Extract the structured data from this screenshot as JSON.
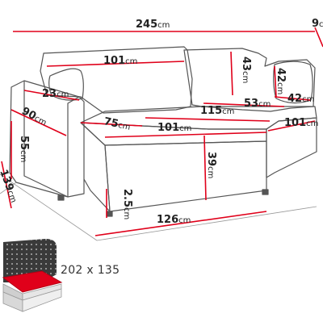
{
  "unit": "cm",
  "dimensions": {
    "total_width": "245",
    "corner_depth": "9",
    "back_seat_width": "101",
    "back_height": "43",
    "cushion_height": "42",
    "cushion_width": "42",
    "armrest_width": "23",
    "seat_depth": "53",
    "corner_length": "115",
    "arm_depth": "90",
    "ottoman_depth": "75",
    "ottoman_width": "101",
    "chaise_width": "101",
    "arm_height": "55",
    "ottoman_height": "39",
    "depth_left": "139",
    "leg_height": "2.5",
    "front_width": "126"
  },
  "bed_size": "202 x 135",
  "colors": {
    "accent": "#e0001a",
    "outline": "#555555"
  }
}
